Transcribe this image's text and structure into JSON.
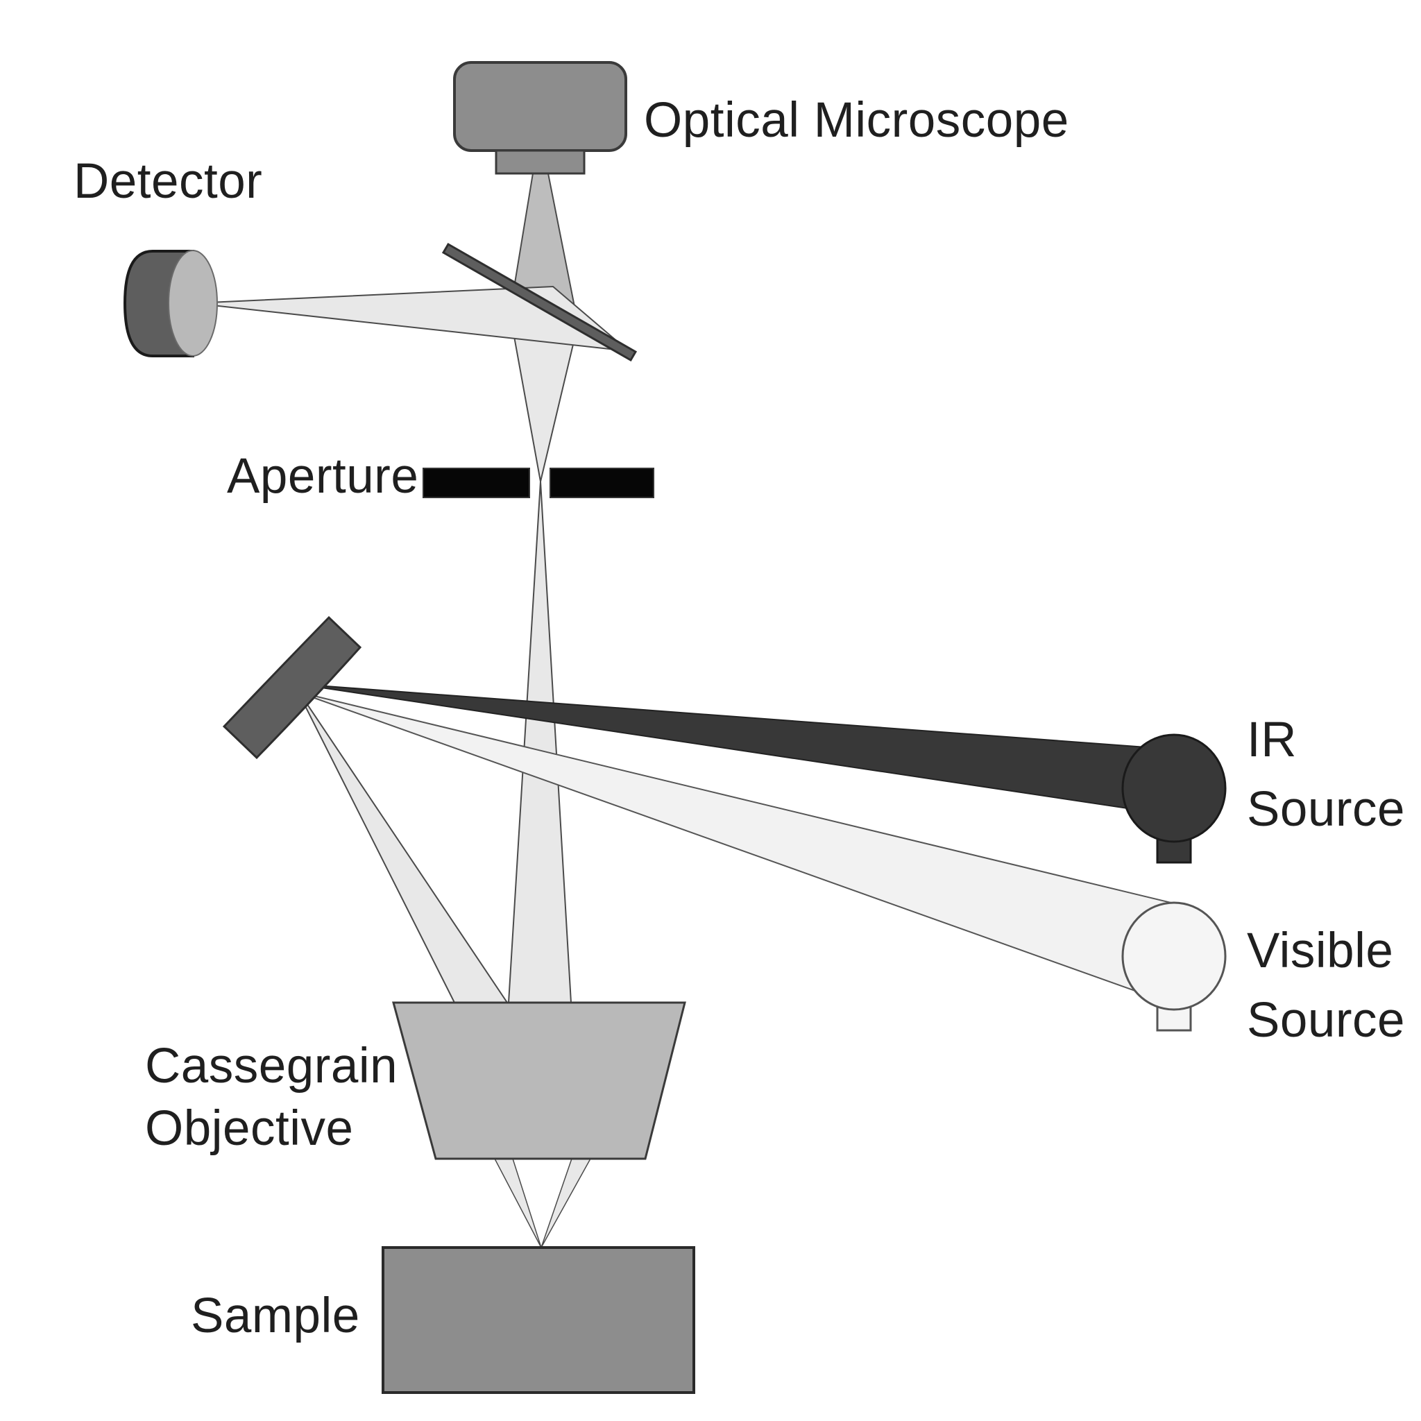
{
  "labels": {
    "optical_microscope": "Optical Microscope",
    "detector": "Detector",
    "aperture": "Aperture",
    "ir_source_line1": "IR",
    "ir_source_line2": "Source",
    "visible_source_line1": "Visible",
    "visible_source_line2": "Source",
    "cassegrain_line1": "Cassegrain",
    "cassegrain_line2": "Objective",
    "sample": "Sample"
  },
  "colors": {
    "background": "#ffffff",
    "text": "#1f1f1f",
    "component_gray": "#8d8d8d",
    "objective_gray": "#b9b9b9",
    "dark_gray": "#5e5e5e",
    "detector_face_gray": "#b9b9b9",
    "aperture_black": "#060606",
    "ir_dark": "#383838",
    "visible_light": "#f5f5f5",
    "beam_light": "#e8e8e8",
    "beam_lighter": "#f2f2f2",
    "beam_medium": "#bdbdbd"
  }
}
